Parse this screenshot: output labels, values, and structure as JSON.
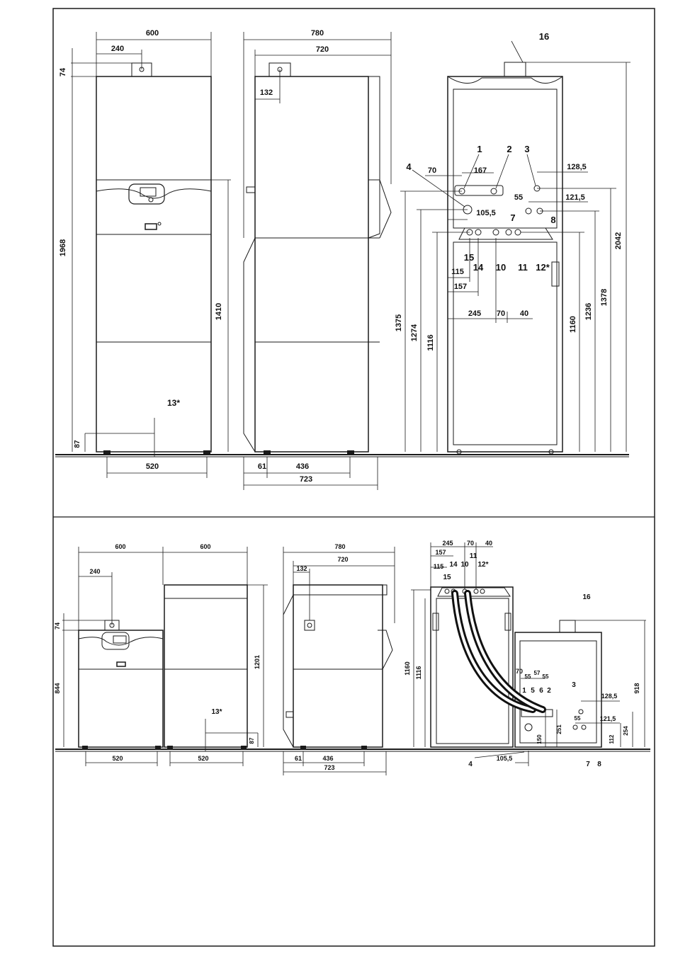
{
  "colors": {
    "line": "#1a1a1a",
    "paper": "#ffffff",
    "floor": "#555555"
  },
  "top": {
    "front": {
      "width": "600",
      "offset": "240",
      "flue_height": "74",
      "total_height": "1968",
      "panel_height": "1410",
      "foot_height": "87",
      "feet_spacing": "520",
      "callout": "13*"
    },
    "side": {
      "depth_total": "780",
      "depth_body": "720",
      "flue_offset": "132",
      "foot_front": "61",
      "foot_spacing": "436",
      "base_depth": "723"
    },
    "rear": {
      "callout_16": "16",
      "labels": [
        "1",
        "2",
        "3",
        "4",
        "7",
        "8",
        "15",
        "14",
        "10",
        "11",
        "12*"
      ],
      "horizontal": [
        "70",
        "167",
        "128,5",
        "55",
        "121,5",
        "105,5",
        "115",
        "157",
        "245",
        "70",
        "40"
      ],
      "vertical": [
        "1375",
        "1274",
        "1116",
        "1160",
        "1236",
        "1378",
        "2042"
      ]
    }
  },
  "bottom": {
    "front": {
      "width_left": "600",
      "width_right": "600",
      "offset": "240",
      "flue_height": "74",
      "height_left": "844",
      "height_right": "1201",
      "foot_height": "87",
      "feet_left": "520",
      "feet_right": "520",
      "callout": "13*"
    },
    "side": {
      "depth_total": "780",
      "depth_body": "720",
      "flue_offset": "132",
      "foot_front": "61",
      "foot_spacing": "436",
      "base_depth": "723"
    },
    "rear": {
      "top_dims": [
        "245",
        "70",
        "40",
        "157",
        "11",
        "115",
        "14",
        "10",
        "12*",
        "15"
      ],
      "tank_heights": [
        "1160",
        "1116"
      ],
      "callout_16": "16",
      "mid_dims": [
        "70",
        "55",
        "57",
        "55"
      ],
      "mid_labels": [
        "1",
        "5",
        "6",
        "2"
      ],
      "right_dims": [
        "3",
        "128,5",
        "55",
        "121,5",
        "918",
        "251",
        "112",
        "254",
        "150"
      ],
      "bottom_labels": [
        "4",
        "105,5",
        "7",
        "8"
      ]
    }
  }
}
